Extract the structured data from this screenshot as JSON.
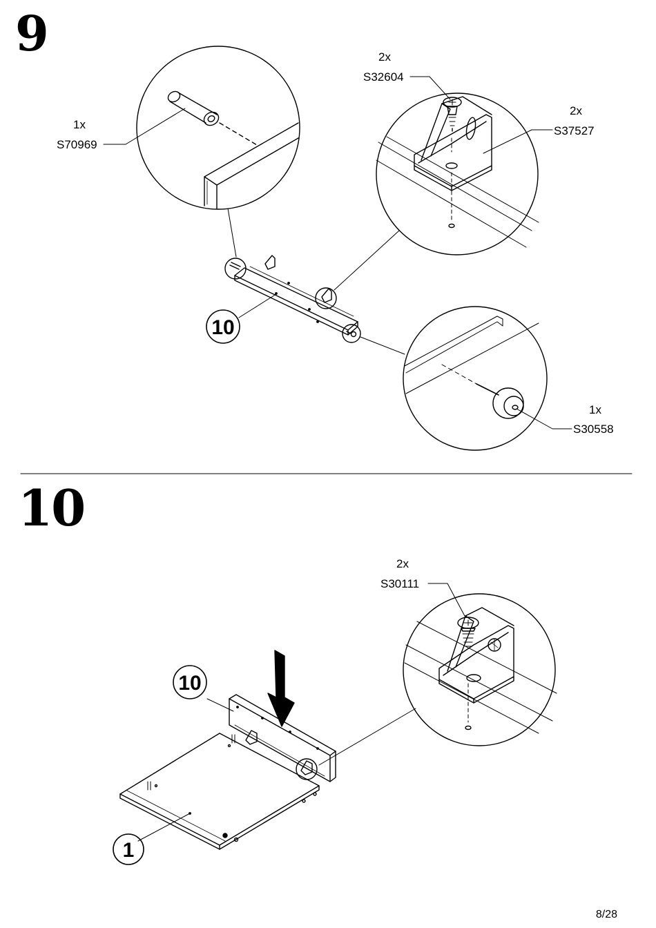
{
  "steps": [
    {
      "number": "9",
      "part_callout": "10",
      "parts": [
        {
          "qty": "1x",
          "code": "S70969"
        },
        {
          "qty": "2x",
          "code": "S32604"
        },
        {
          "qty": "2x",
          "code": "S37527"
        },
        {
          "qty": "1x",
          "code": "S30558"
        }
      ]
    },
    {
      "number": "10",
      "part_callouts": [
        "10",
        "1"
      ],
      "parts": [
        {
          "qty": "2x",
          "code": "S30111"
        }
      ]
    }
  ],
  "footer": {
    "page": "8/28"
  }
}
